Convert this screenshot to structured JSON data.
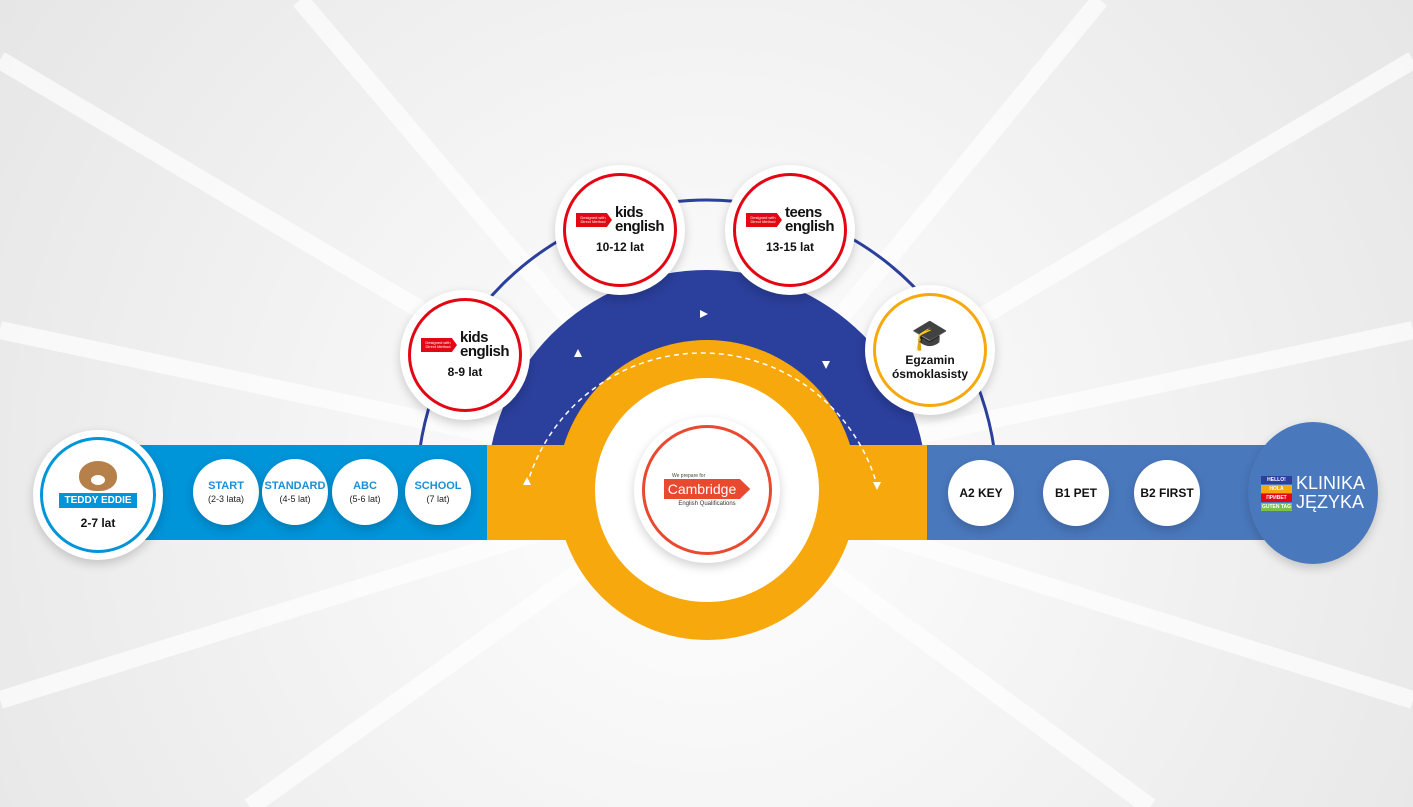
{
  "colors": {
    "light_blue": "#0094d9",
    "orange": "#f7a80d",
    "navy": "#2b3f9c",
    "right_blue": "#4a78bd",
    "red": "#e30613",
    "cambridge": "#e8492f"
  },
  "teddy": {
    "brand": "TEDDY EDDIE",
    "age": "2-7 lat"
  },
  "teddy_levels": [
    {
      "name": "START",
      "age": "(2-3 lata)"
    },
    {
      "name": "STANDARD",
      "age": "(4-5 lat)"
    },
    {
      "name": "ABC",
      "age": "(5-6 lat)"
    },
    {
      "name": "SCHOOL",
      "age": "(7 lat)"
    }
  ],
  "courses": [
    {
      "tag": "Designed with Direct Method",
      "line1": "kids",
      "line2": "english",
      "age": "8-9 lat"
    },
    {
      "tag": "Designed with Direct Method",
      "line1": "kids",
      "line2": "english",
      "age": "10-12 lat"
    },
    {
      "tag": "Designed with Direct Method",
      "line1": "teens",
      "line2": "english",
      "age": "13-15 lat"
    }
  ],
  "exam": {
    "line1": "Egzamin",
    "line2": "ósmoklasisty"
  },
  "cambridge": {
    "top": "We prepare for",
    "name": "Cambridge",
    "bottom": "English Qualifications"
  },
  "exams": [
    "A2 KEY",
    "B1 PET",
    "B2 FIRST"
  ],
  "klinika": {
    "line1": "KLINIKA",
    "line2": "JĘZYKA",
    "bubbles": [
      "HELLO!",
      "HOLA",
      "ПРИВЕТ",
      "GUTEN TAG"
    ]
  }
}
